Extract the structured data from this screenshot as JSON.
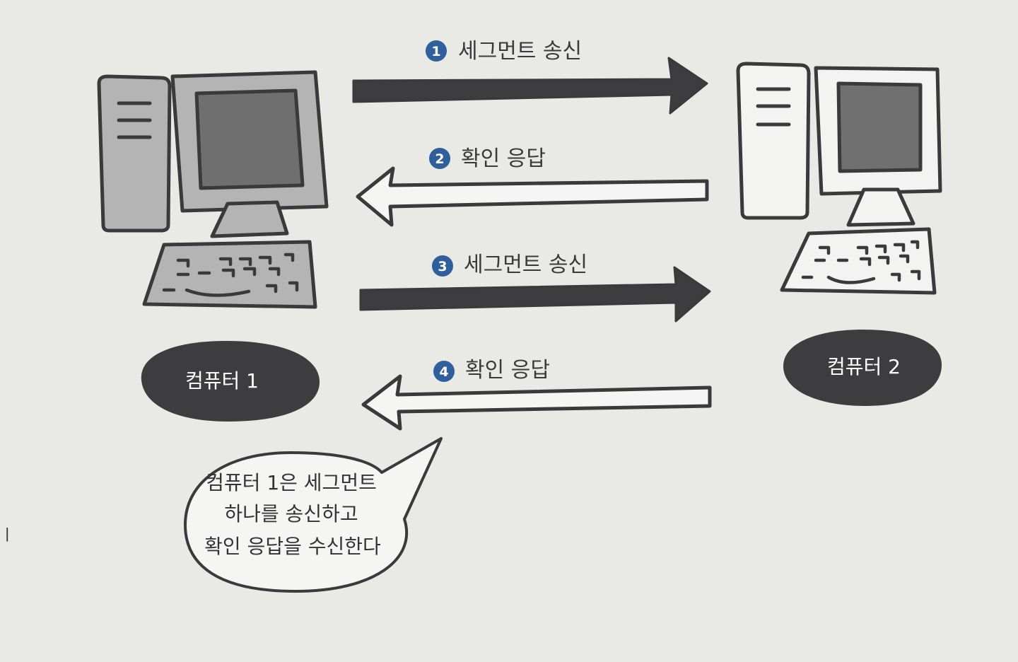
{
  "steps": [
    {
      "number": "1",
      "label": "세그먼트 송신",
      "direction": "right"
    },
    {
      "number": "2",
      "label": "확인 응답",
      "direction": "left"
    },
    {
      "number": "3",
      "label": "세그먼트 송신",
      "direction": "right"
    },
    {
      "number": "4",
      "label": "확인 응답",
      "direction": "left"
    }
  ],
  "computers": {
    "left": {
      "label": "컴퓨터 1"
    },
    "right": {
      "label": "컴퓨터 2"
    }
  },
  "callout": {
    "lines": [
      "컴퓨터 1은 세그먼트",
      "하나를 송신하고",
      "확인 응답을 수신한다"
    ]
  },
  "margin_mark": "ㅣ",
  "colors": {
    "page": "#e9e9e6",
    "ink": "#3a3a3c",
    "badge": "#2f5f9c",
    "computer1_fill": "#b4b4b4",
    "computer1_screen": "#6f6f6f",
    "computer2_fill": "#f3f3f1",
    "computer2_screen": "#707070",
    "label_oval": "#3d3d40"
  }
}
